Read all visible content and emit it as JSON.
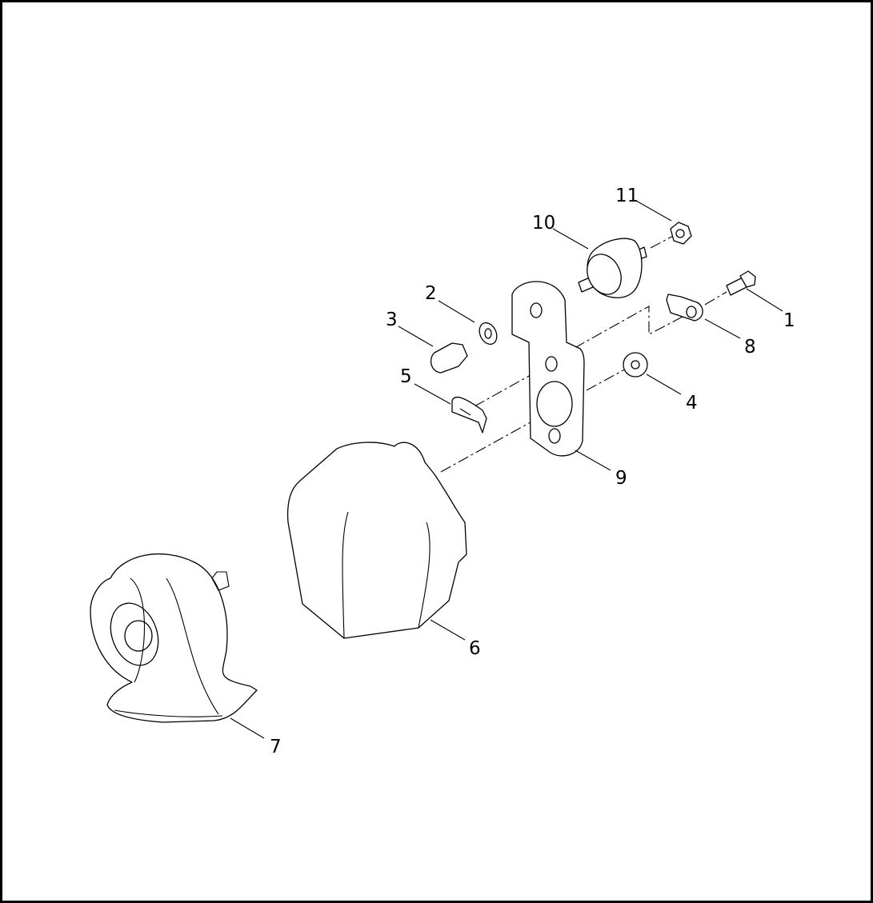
{
  "diagram": {
    "callouts": [
      {
        "number": "1",
        "part": "screw"
      },
      {
        "number": "2",
        "part": "lock-washer"
      },
      {
        "number": "3",
        "part": "acorn-nut"
      },
      {
        "number": "4",
        "part": "flange-nut"
      },
      {
        "number": "5",
        "part": "clip"
      },
      {
        "number": "6",
        "part": "horn-cover"
      },
      {
        "number": "7",
        "part": "horn"
      },
      {
        "number": "8",
        "part": "cable-clip"
      },
      {
        "number": "9",
        "part": "mounting-bracket"
      },
      {
        "number": "10",
        "part": "rubber-mount"
      },
      {
        "number": "11",
        "part": "locknut"
      }
    ]
  }
}
